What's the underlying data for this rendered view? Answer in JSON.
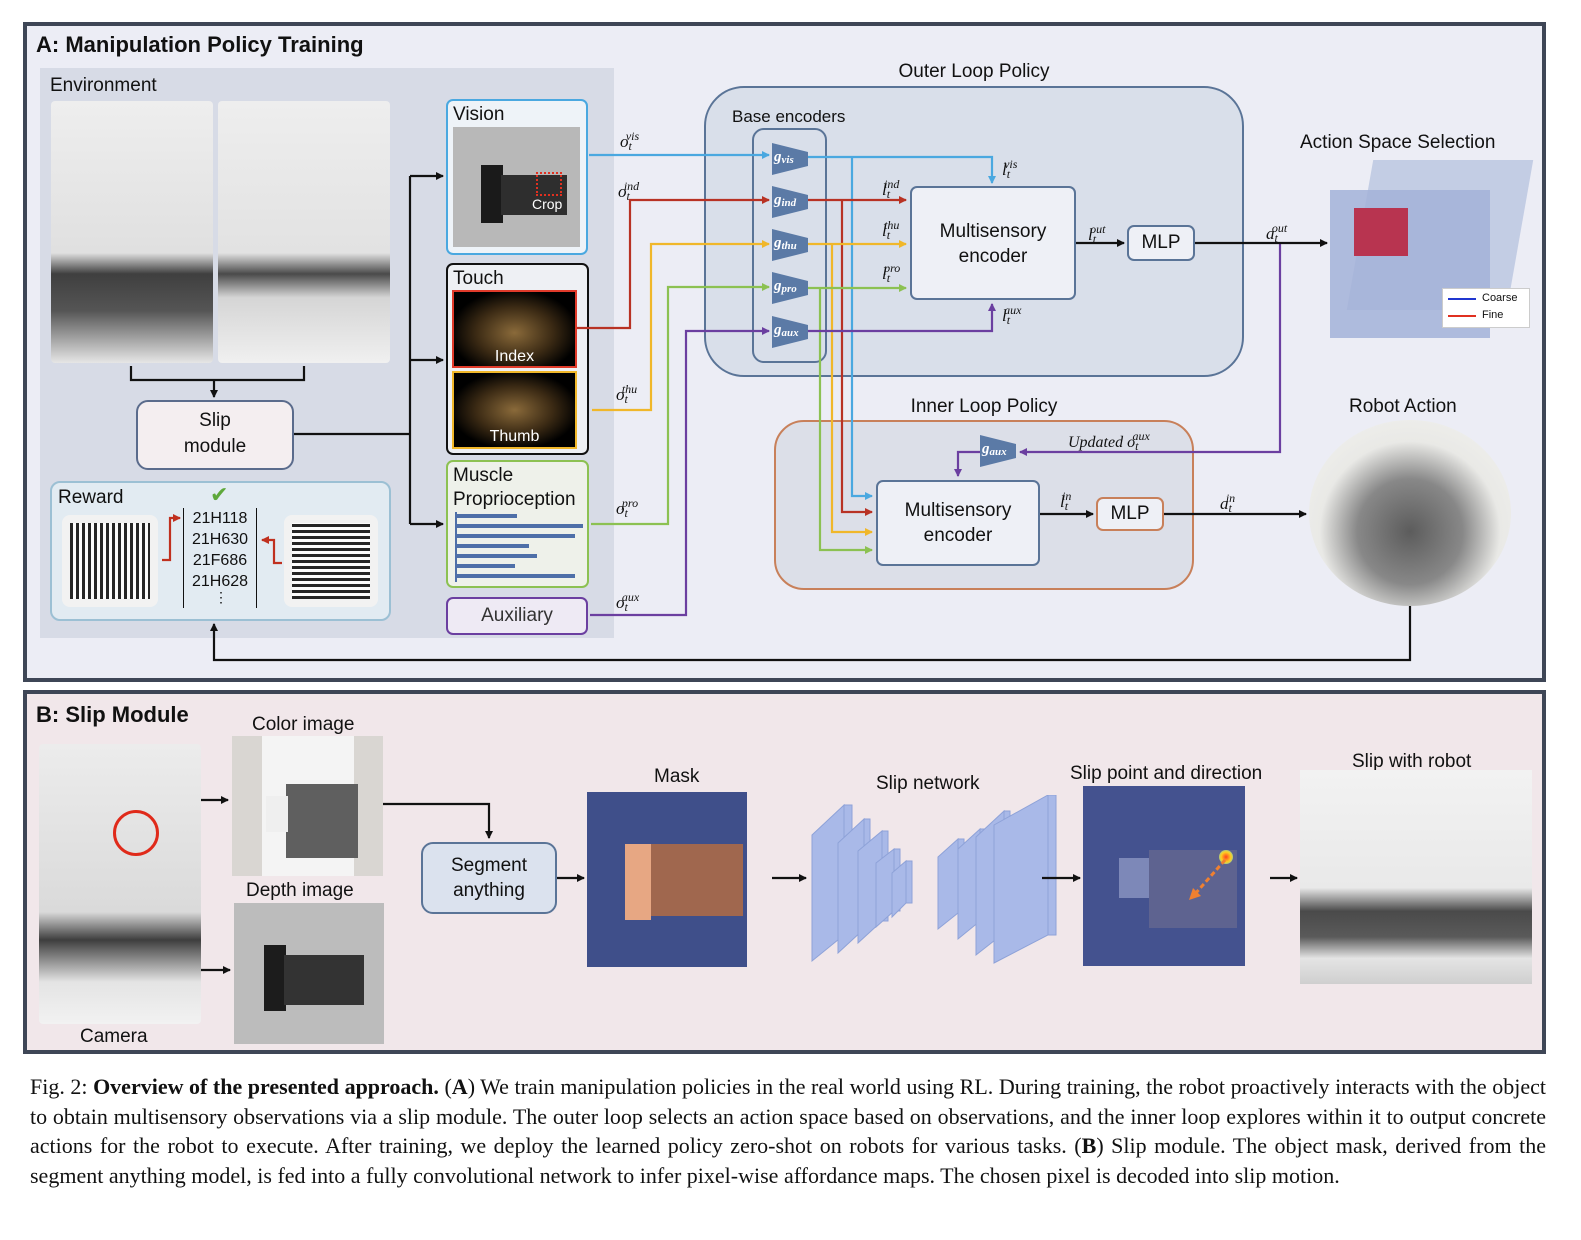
{
  "panel_a": {
    "title": "A: Manipulation Policy Training",
    "environment_label": "Environment",
    "slip_module_line1": "Slip",
    "slip_module_line2": "module",
    "reward_label": "Reward",
    "reward_codes": [
      "21H118",
      "21H630",
      "21F686",
      "21H628"
    ],
    "vision_label": "Vision",
    "crop_label": "Crop",
    "touch_label": "Touch",
    "index_label": "Index",
    "thumb_label": "Thumb",
    "muscle_line1": "Muscle",
    "muscle_line2": "Proprioception",
    "auxiliary_label": "Auxiliary",
    "outer_loop_label": "Outer Loop Policy",
    "base_encoders_label": "Base encoders",
    "encoders": [
      {
        "base": "g",
        "sub": "vis"
      },
      {
        "base": "g",
        "sub": "ind"
      },
      {
        "base": "g",
        "sub": "thu"
      },
      {
        "base": "g",
        "sub": "pro"
      },
      {
        "base": "g",
        "sub": "aux"
      }
    ],
    "observations": {
      "vis": {
        "base": "o",
        "sub": "t",
        "sup": "vis"
      },
      "ind": {
        "base": "o",
        "sub": "t",
        "sup": "ind"
      },
      "thu": {
        "base": "o",
        "sub": "t",
        "sup": "thu"
      },
      "pro": {
        "base": "o",
        "sub": "t",
        "sup": "pro"
      },
      "aux": {
        "base": "o",
        "sub": "t",
        "sup": "aux"
      }
    },
    "latents": {
      "vis": {
        "base": "l",
        "sub": "t",
        "sup": "vis"
      },
      "ind": {
        "base": "l",
        "sub": "t",
        "sup": "ind"
      },
      "thu": {
        "base": "l",
        "sub": "t",
        "sup": "thu"
      },
      "pro": {
        "base": "l",
        "sub": "t",
        "sup": "pro"
      },
      "aux": {
        "base": "l",
        "sub": "t",
        "sup": "aux"
      },
      "out": {
        "base": "l",
        "sub": "t",
        "sup": "out"
      },
      "in": {
        "base": "l",
        "sub": "t",
        "sup": "in"
      }
    },
    "actions": {
      "out": {
        "base": "a",
        "sub": "t",
        "sup": "out"
      },
      "in": {
        "base": "a",
        "sub": "t",
        "sup": "in"
      }
    },
    "multisensory_line1": "Multisensory",
    "multisensory_line2": "encoder",
    "mlp_label": "MLP",
    "action_space_label": "Action Space Selection",
    "legend_coarse": "Coarse",
    "legend_fine": "Fine",
    "inner_loop_label": "Inner Loop Policy",
    "updated_prefix": "Updated ",
    "updated_obs": {
      "base": "o",
      "sub": "t",
      "sup": "aux"
    },
    "inner_encoder": {
      "base": "g",
      "sub": "aux"
    },
    "robot_action_label": "Robot Action",
    "colors": {
      "vision": "#4aa8e0",
      "index": "#b83224",
      "thumb": "#f0b72a",
      "proprio": "#8cc152",
      "aux": "#6b3fa0",
      "outer_border": "#5a7497",
      "inner_border": "#c8805a",
      "encoder_fill": "#5b7aa6"
    }
  },
  "panel_b": {
    "title": "B: Slip Module",
    "camera_label": "Camera",
    "color_image_label": "Color image",
    "depth_image_label": "Depth image",
    "segment_line1": "Segment",
    "segment_line2": "anything",
    "mask_label": "Mask",
    "slip_network_label": "Slip network",
    "slip_point_label": "Slip point and direction",
    "slip_robot_label": "Slip with robot"
  },
  "caption": {
    "prefix": "Fig. 2: ",
    "bold": "Overview of the presented approach.",
    "paren_a_open": " (",
    "a": "A",
    "part1": ") We train manipulation policies in the real world using RL. During training, the robot proactively interacts with the object to obtain multisensory observations via a slip module. The outer loop selects an action space based on observations, and the inner loop explores within it to output concrete actions for the robot to execute. After training, we deploy the learned policy zero-shot on robots for various tasks. (",
    "b": "B",
    "part2": ") Slip module. The object mask, derived from the segment anything model, is fed into a fully convolutional network to infer pixel-wise affordance maps. The chosen pixel is decoded into slip motion."
  }
}
